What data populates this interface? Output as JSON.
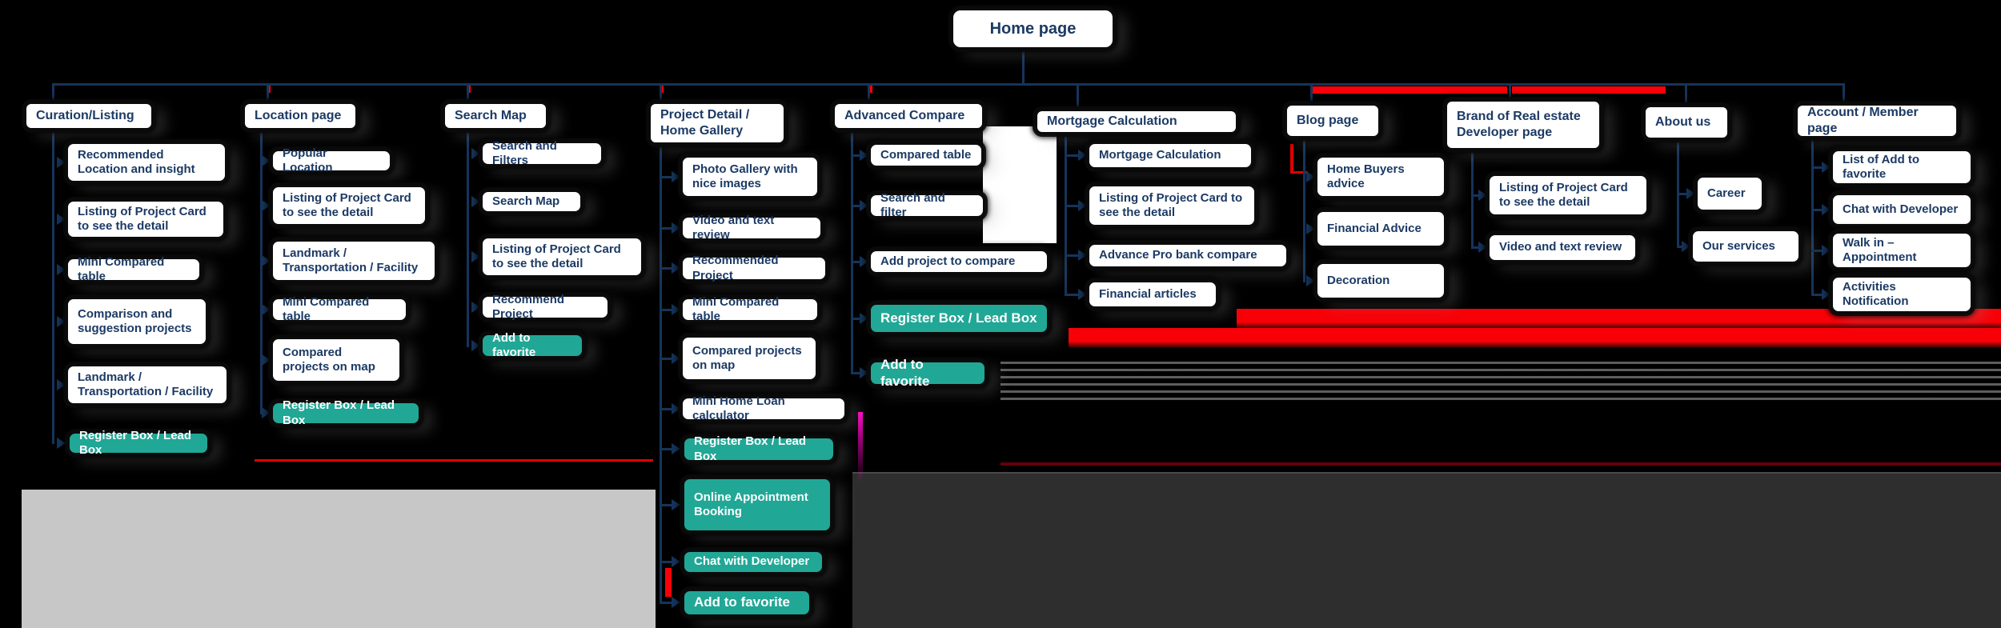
{
  "root": {
    "label": "Home page"
  },
  "colors": {
    "accent_teal": "#21A796",
    "text_navy": "#1C3A64",
    "connector_navy": "#16345A",
    "alert_red": "#F70008",
    "canvas_black": "#000000",
    "panel_gray_light": "#C7C7C7",
    "panel_gray_dark": "#2E2E2E",
    "node_white": "#FFFFFF"
  },
  "columns": [
    {
      "label": "Curation/Listing",
      "items": [
        {
          "label": "Recommended Location and insight",
          "variant": "white"
        },
        {
          "label": "Listing of Project Card to see the detail",
          "variant": "white"
        },
        {
          "label": "Mini Compared table",
          "variant": "white"
        },
        {
          "label": "Comparison and suggestion projects",
          "variant": "white"
        },
        {
          "label": "Landmark / Transportation / Facility",
          "variant": "white"
        },
        {
          "label": "Register Box / Lead Box",
          "variant": "teal"
        }
      ]
    },
    {
      "label": "Location page",
      "items": [
        {
          "label": "Popular Location",
          "variant": "white"
        },
        {
          "label": "Listing of Project Card to see the detail",
          "variant": "white"
        },
        {
          "label": "Landmark / Transportation / Facility",
          "variant": "white"
        },
        {
          "label": "Mini Compared table",
          "variant": "white"
        },
        {
          "label": "Compared projects on map",
          "variant": "white"
        },
        {
          "label": "Register Box / Lead Box",
          "variant": "teal"
        }
      ]
    },
    {
      "label": "Search Map",
      "items": [
        {
          "label": "Search and Filters",
          "variant": "white"
        },
        {
          "label": "Search Map",
          "variant": "white"
        },
        {
          "label": "Listing of Project Card to see the detail",
          "variant": "white"
        },
        {
          "label": "Recommend Project",
          "variant": "white"
        },
        {
          "label": "Add to favorite",
          "variant": "teal"
        }
      ]
    },
    {
      "label": "Project Detail / Home Gallery",
      "items": [
        {
          "label": "Photo Gallery with nice images",
          "variant": "white"
        },
        {
          "label": "Video and text review",
          "variant": "white"
        },
        {
          "label": "Recommended Project",
          "variant": "white"
        },
        {
          "label": "Mini Compared table",
          "variant": "white"
        },
        {
          "label": "Compared projects on map",
          "variant": "white"
        },
        {
          "label": "Mini Home Loan calculator",
          "variant": "white"
        },
        {
          "label": "Register Box / Lead Box",
          "variant": "teal"
        },
        {
          "label": "Online Appointment Booking",
          "variant": "teal"
        },
        {
          "label": "Chat with Developer",
          "variant": "teal"
        },
        {
          "label": "Add to favorite",
          "variant": "teal"
        }
      ]
    },
    {
      "label": "Advanced Compare",
      "items": [
        {
          "label": "Compared table",
          "variant": "white"
        },
        {
          "label": "Search and filter",
          "variant": "white"
        },
        {
          "label": "Add project to compare",
          "variant": "white"
        },
        {
          "label": "Register Box / Lead Box",
          "variant": "teal"
        },
        {
          "label": "Add to favorite",
          "variant": "teal"
        }
      ]
    },
    {
      "label": "Mortgage Calculation",
      "items": [
        {
          "label": "Mortgage Calculation",
          "variant": "white"
        },
        {
          "label": "Listing of Project Card to see the detail",
          "variant": "white"
        },
        {
          "label": "Advance Pro bank compare",
          "variant": "white"
        },
        {
          "label": "Financial articles",
          "variant": "white"
        }
      ]
    },
    {
      "label": "Blog page",
      "items": [
        {
          "label": "Home Buyers advice",
          "variant": "white"
        },
        {
          "label": "Financial Advice",
          "variant": "white"
        },
        {
          "label": "Decoration",
          "variant": "white"
        }
      ]
    },
    {
      "label": "Brand of Real estate Developer page",
      "items": [
        {
          "label": "Listing of Project Card to see the detail",
          "variant": "white"
        },
        {
          "label": "Video and text review",
          "variant": "white"
        }
      ]
    },
    {
      "label": "About us",
      "items": [
        {
          "label": "Career",
          "variant": "white"
        },
        {
          "label": "Our services",
          "variant": "white"
        }
      ]
    },
    {
      "label": "Account / Member page",
      "items": [
        {
          "label": "List of Add to favorite",
          "variant": "white"
        },
        {
          "label": "Chat with Developer",
          "variant": "white"
        },
        {
          "label": "Walk in – Appointment",
          "variant": "white"
        },
        {
          "label": "Activities Notification",
          "variant": "white"
        }
      ]
    }
  ]
}
